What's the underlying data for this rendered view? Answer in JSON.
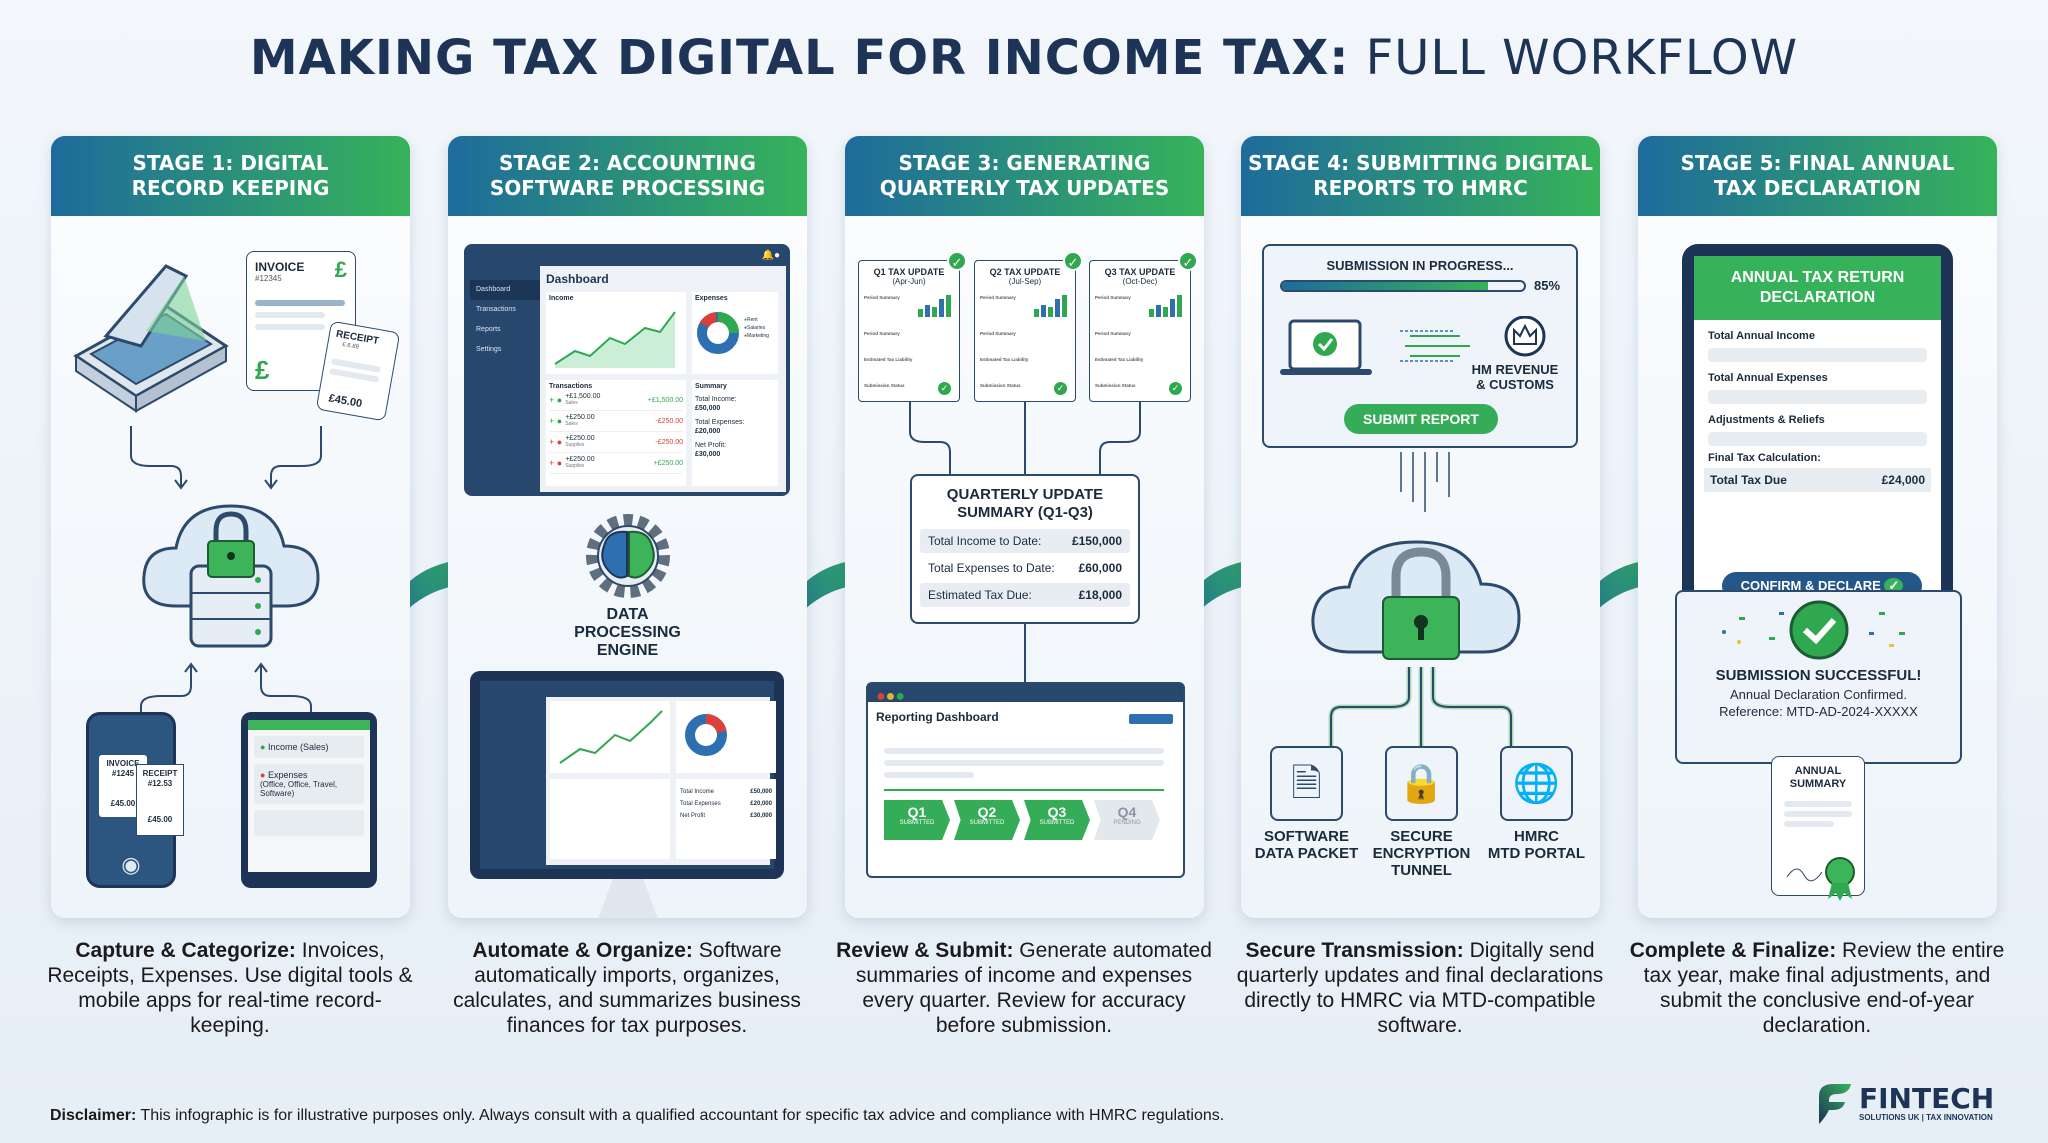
{
  "title": {
    "bold": "MAKING TAX DIGITAL FOR INCOME TAX:",
    "light": " FULL WORKFLOW"
  },
  "colors": {
    "header_start": "#1e6b9c",
    "header_end": "#36b35a",
    "green": "#2fa84f",
    "navy": "#1d3456",
    "red": "#d9413a"
  },
  "stages": [
    {
      "title_line1": "STAGE 1: DIGITAL",
      "title_line2": "RECORD KEEPING",
      "invoice": {
        "title": "INVOICE",
        "number": "#12345",
        "currency": "£"
      },
      "receipt": {
        "title": "RECEIPT",
        "sub": "£.6.89",
        "amount": "£45.00"
      },
      "phone": {
        "invoice_title": "INVOICE",
        "invoice_number": "#1245",
        "invoice_amount": "£45.00",
        "receipt_title": "RECEIPT",
        "receipt_number": "#12.53",
        "receipt_amount": "£45.00"
      },
      "tablet": {
        "income": "Income (Sales)",
        "expenses": "Expenses",
        "expenses_detail": "(Office, Office, Travel, Software)"
      },
      "desc_bold": "Capture & Categorize:",
      "desc": " Invoices, Receipts, Expenses. Use digital tools & mobile apps for real-time record-keeping."
    },
    {
      "title_line1": "STAGE 2: ACCOUNTING",
      "title_line2": "SOFTWARE PROCESSING",
      "dashboard": {
        "title": "Dashboard",
        "nav": [
          "Dashboard",
          "Transactions",
          "Reports",
          "Settings"
        ],
        "income_label": "Income",
        "expenses_label": "Expenses",
        "legend": [
          "Rent",
          "Salaries",
          "Marketing"
        ],
        "transactions_label": "Transactions",
        "transactions": [
          {
            "amount": "+£1,500.00",
            "cat": "Sales",
            "value": "+£1,500.00",
            "type": "in"
          },
          {
            "amount": "+£250.00",
            "cat": "Sales",
            "value": "-£250.00",
            "type": "in"
          },
          {
            "amount": "+£250.00",
            "cat": "Supplies",
            "value": "-£250.00",
            "type": "out"
          },
          {
            "amount": "+£250.00",
            "cat": "Supplies",
            "value": "+£250.00",
            "type": "out"
          }
        ],
        "summary_label": "Summary",
        "summary": [
          {
            "label": "Total Income:",
            "value": "£50,000"
          },
          {
            "label": "Total Expenses:",
            "value": "£20,000"
          },
          {
            "label": "Net Profit:",
            "value": "£30,000"
          }
        ]
      },
      "engine_label": "DATA PROCESSING ENGINE",
      "monitor": {
        "summary": [
          {
            "label": "Total Income",
            "value": "£50,000"
          },
          {
            "label": "Total Expenses",
            "value": "£20,000"
          },
          {
            "label": "Net Profit",
            "value": "£30,000"
          }
        ]
      },
      "desc_bold": "Automate & Organize:",
      "desc": " Software automatically imports, organizes, calculates, and summarizes business finances for tax purposes."
    },
    {
      "title_line1": "STAGE 3: GENERATING",
      "title_line2": "QUARTERLY TAX UPDATES",
      "quarters": [
        {
          "title": "Q1 TAX UPDATE",
          "period": "(Apr-Jun)"
        },
        {
          "title": "Q2 TAX UPDATE",
          "period": "(Jul-Sep)"
        },
        {
          "title": "Q3 TAX UPDATE",
          "period": "(Oct-Dec)"
        }
      ],
      "quarter_rows": [
        "Period Summary",
        "Period Summary",
        "Estimated Tax Liability",
        "Submission Status"
      ],
      "summary": {
        "title": "QUARTERLY UPDATE SUMMARY (Q1-Q3)",
        "rows": [
          {
            "label": "Total Income to Date:",
            "value": "£150,000"
          },
          {
            "label": "Total Expenses to Date:",
            "value": "£60,000"
          },
          {
            "label": "Estimated Tax Due:",
            "value": "£18,000"
          }
        ]
      },
      "reporting": {
        "title": "Reporting Dashboard",
        "steps": [
          {
            "q": "Q1",
            "status": "SUBMITTED"
          },
          {
            "q": "Q2",
            "status": "SUBMITTED"
          },
          {
            "q": "Q3",
            "status": "SUBMITTED"
          },
          {
            "q": "Q4",
            "status": "PENDING"
          }
        ]
      },
      "desc_bold": "Review & Submit:",
      "desc": " Generate automated summaries of income and expenses every quarter. Review for accuracy before submission."
    },
    {
      "title_line1": "STAGE 4: SUBMITTING DIGITAL",
      "title_line2": "REPORTS TO HMRC",
      "progress_label": "SUBMISSION IN PROGRESS...",
      "progress_percent": 85,
      "progress_text": "85%",
      "hmrc_line1": "HM REVENUE",
      "hmrc_line2": "& CUSTOMS",
      "submit_button": "SUBMIT REPORT",
      "icons": [
        {
          "icon": "document-icon",
          "line1": "SOFTWARE",
          "line2": "DATA PACKET",
          "line3": ""
        },
        {
          "icon": "lock-icon",
          "line1": "SECURE",
          "line2": "ENCRYPTION",
          "line3": "TUNNEL"
        },
        {
          "icon": "globe-icon",
          "line1": "HMRC",
          "line2": "MTD PORTAL",
          "line3": ""
        }
      ],
      "desc_bold": "Secure Transmission:",
      "desc": " Digitally send quarterly updates and final declarations directly to HMRC via MTD-compatible software."
    },
    {
      "title_line1": "STAGE 5: FINAL ANNUAL",
      "title_line2": "TAX DECLARATION",
      "form": {
        "title": "ANNUAL TAX RETURN DECLARATION",
        "fields": [
          "Total Annual Income",
          "Total Annual Expenses",
          "Adjustments & Reliefs"
        ],
        "calc_label": "Final Tax Calculation:",
        "total_label": "Total Tax Due",
        "total_value": "£24,000",
        "button": "CONFIRM & DECLARE"
      },
      "success": {
        "title": "SUBMISSION SUCCESSFUL!",
        "line1": "Annual Declaration Confirmed.",
        "line2": "Reference: MTD-AD-2024-XXXXX"
      },
      "summary_doc": "ANNUAL SUMMARY",
      "desc_bold": "Complete & Finalize:",
      "desc": " Review the entire tax year, make final adjustments, and submit the conclusive end-of-year declaration."
    }
  ],
  "disclaimer": {
    "bold": "Disclaimer:",
    "text": " This infographic is for illustrative purposes only. Always consult with a qualified accountant for specific tax advice and compliance with HMRC regulations."
  },
  "logo": {
    "name": "FINTECH",
    "tagline": "SOLUTIONS UK | TAX INNOVATION"
  }
}
